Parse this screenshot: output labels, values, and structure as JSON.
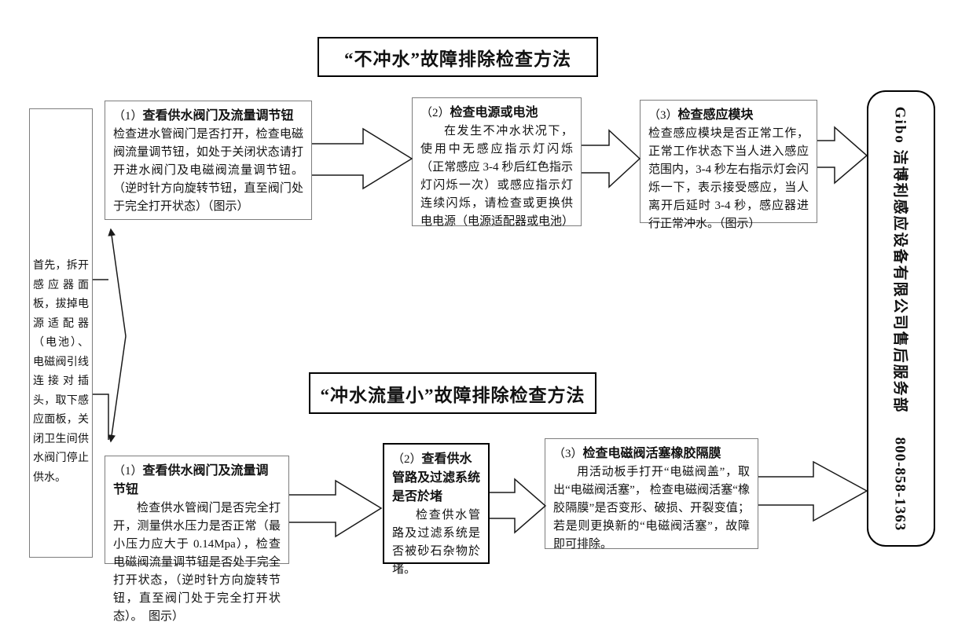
{
  "colors": {
    "box_border": "#7d7d7d",
    "ink": "#000000",
    "background": "#ffffff"
  },
  "titles": {
    "top": "“不冲水”故障排除检查方法",
    "bottom": "“冲水流量小”故障排除检查方法"
  },
  "left_panel": {
    "text": "首先，拆开感应器面板，拔掉电源适配器（电池）、电磁阀引线连接对插头，取下感应面板，关闭卫生间供水阀门停止供水。"
  },
  "top_flow": {
    "steps": [
      {
        "number": "（1）",
        "title": "查看供水阀门及流量调节钮",
        "body": "检查进水管阀门是否打开，检查电磁阀流量调节钮，如处于关闭状态请打开进水阀门及电磁阀流量调节钮。（逆时针方向旋转节钮，直至阀门处于完全打开状态）（图示）"
      },
      {
        "number": "（2）",
        "title": "检查电源或电池",
        "body": "在发生不冲水状况下，使用中无感应指示灯闪烁（正常感应 3-4 秒后红色指示灯闪烁一次）或感应指示灯连续闪烁，请检查或更换供电电源（电源适配器或电池）"
      },
      {
        "number": "（3）",
        "title": "检查感应模块",
        "body": "检查感应模块是否正常工作，正常工作状态下当人进入感应范围内，3-4 秒左右指示灯会闪烁一下，表示接受感应，当人离开后延时 3-4 秒，感应器进行正常冲水。（图示）"
      }
    ]
  },
  "bottom_flow": {
    "steps": [
      {
        "number": "（1）",
        "title": "查看供水阀门及流量调节钮",
        "body": "检查供水管阀门是否完全打开，测量供水压力是否正常（最小压力应大于 0.14Mpa），检查电磁阀流量调节钮是否处于完全打开状态，（逆时针方向旋转节钮，直至阀门处于完全打开状态）。　图示）"
      },
      {
        "number": "（2）",
        "title": "查看供水管路及过滤系统是否於堵",
        "body": "检查供水管路及过滤系统是否被砂石杂物於堵。"
      },
      {
        "number": "（3）",
        "title": "检查电磁阀活塞橡胶隔膜",
        "body": "用活动板手打开“电磁阀盖”，取出“电磁阀活塞”， 检查电磁阀活塞“橡胶隔膜”是否变形、破损、开裂变值；若是则更换新的“电磁阀活塞”，故障即可排除。"
      }
    ]
  },
  "service": {
    "company": "Gibo 洁博利感应设备有限公司售后服务部",
    "phone": "800-858-1363"
  }
}
